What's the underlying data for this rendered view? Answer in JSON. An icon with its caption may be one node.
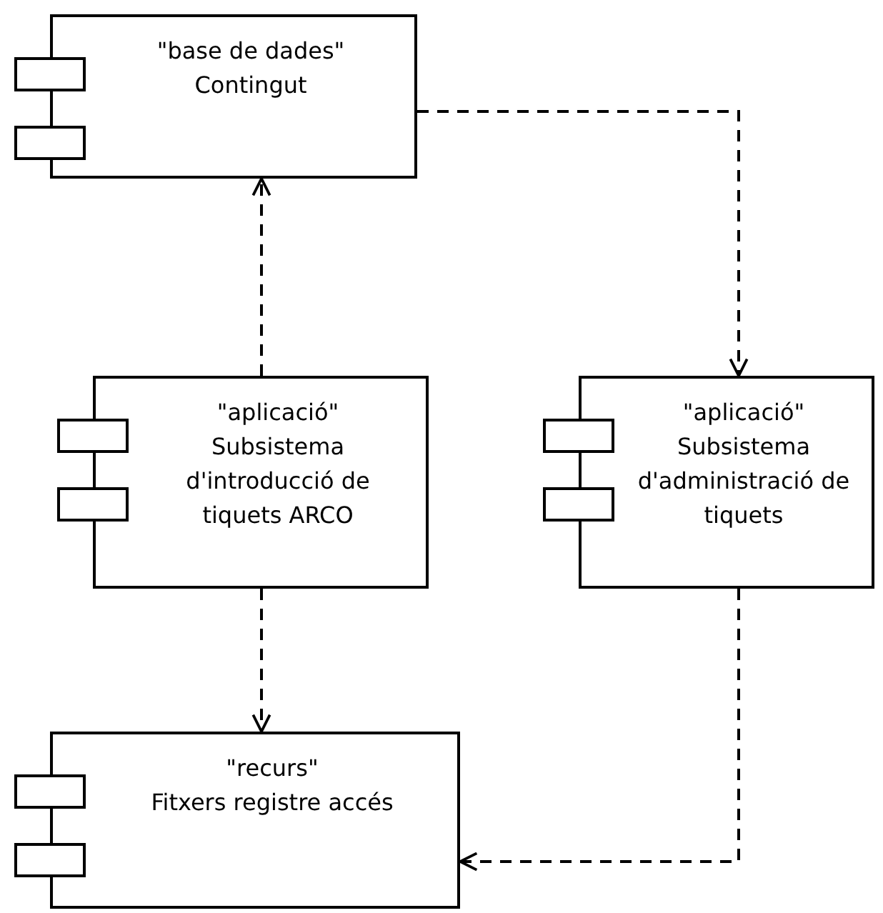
{
  "diagram": {
    "nodes": [
      {
        "text": [
          "\"base de dades\"",
          "Contingut"
        ]
      },
      {
        "text": [
          "\"aplicació\"",
          "Subsistema d'introducció de tiquets ARCO"
        ]
      },
      {
        "text": [
          "\"aplicació\"",
          "Subsistema d'administració de tiquets"
        ]
      },
      {
        "text": [
          "\"recurs\"",
          "Fitxers registre accés"
        ]
      }
    ],
    "edges": [
      {
        "from": 1,
        "to": 0,
        "arrow": "to",
        "style": "dashed"
      },
      {
        "from": 0,
        "to": 2,
        "arrow": "to",
        "style": "dashed"
      },
      {
        "from": 1,
        "to": 3,
        "arrow": "to",
        "style": "dashed"
      },
      {
        "from": 2,
        "to": 3,
        "arrow": "to",
        "style": "dashed"
      }
    ]
  }
}
